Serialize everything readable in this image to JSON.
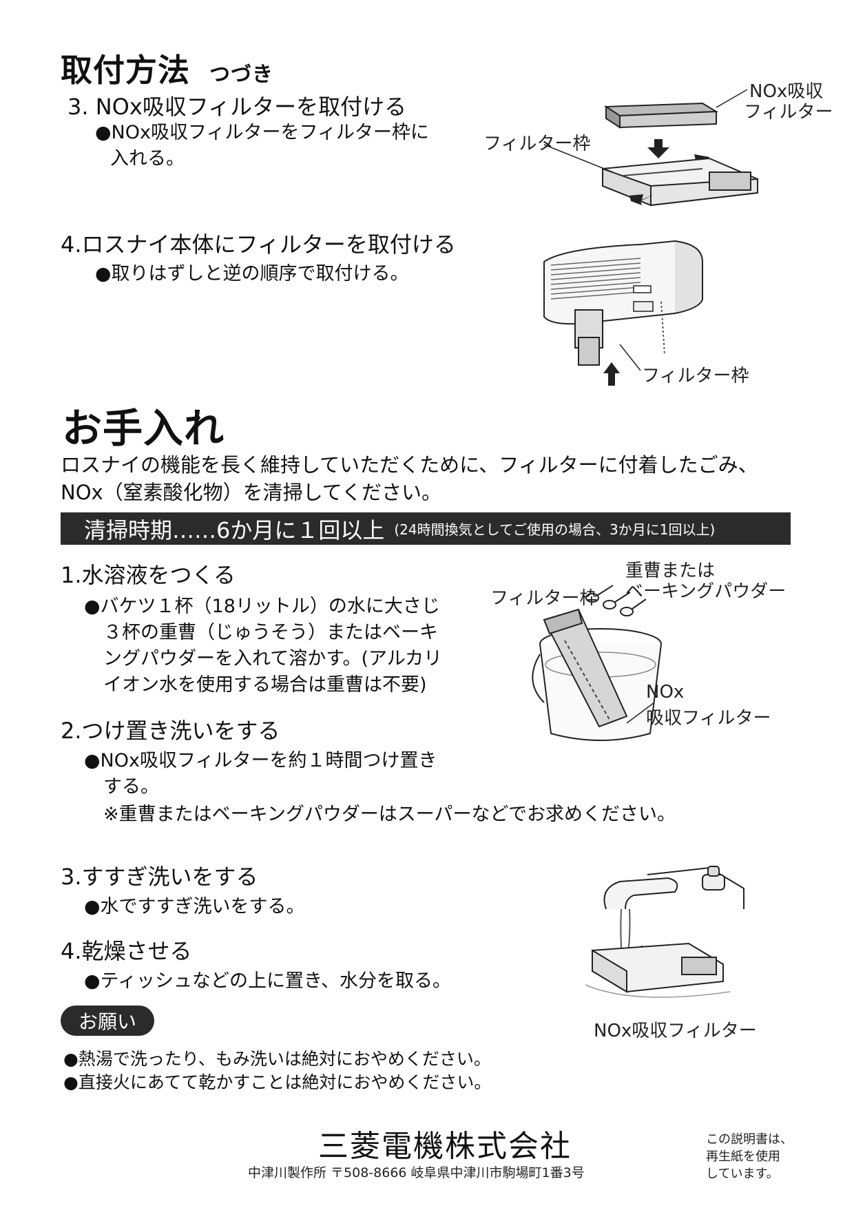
{
  "install": {
    "title": "取付方法",
    "title_suffix": "つづき",
    "step3": {
      "heading": "3. NOx吸収フィルターを取付ける",
      "lines": [
        "●NOx吸収フィルターをフィルター枠に",
        "入れる。"
      ]
    },
    "step4": {
      "heading": "4.ロスナイ本体にフィルターを取付ける",
      "lines": [
        "●取りはずしと逆の順序で取付ける。"
      ]
    },
    "fig1": {
      "label_nox_1": "NOx吸収",
      "label_nox_2": "フィルター",
      "label_frame": "フィルター枠"
    },
    "fig2": {
      "label_frame": "フィルター枠"
    }
  },
  "care": {
    "title": "お手入れ",
    "intro": [
      "ロスナイの機能を長く維持していただくために、フィルターに付着したごみ、",
      "NOx（窒素酸化物）を清掃してください。"
    ],
    "schedule_main": "清掃時期……6か月に１回以上",
    "schedule_sub": "(24時間換気としてご使用の場合、3か月に1回以上)",
    "step1": {
      "heading": "1.水溶液をつくる",
      "lines": [
        "●バケツ１杯（18リットル）の水に大さじ",
        "３杯の重曹（じゅうそう）またはベーキ",
        "ングパウダーを入れて溶かす。(アルカリ",
        "イオン水を使用する場合は重曹は不要)"
      ]
    },
    "fig3": {
      "label_soda_1": "重曹または",
      "label_soda_2": "ベーキングパウダー",
      "label_frame": "フィルター枠",
      "label_nox_1": "NOx",
      "label_nox_2": "吸収フィルター"
    },
    "step2": {
      "heading": "2.つけ置き洗いをする",
      "lines": [
        "●NOx吸収フィルターを約１時間つけ置き",
        "する。"
      ],
      "note": "※重曹またはベーキングパウダーはスーパーなどでお求めください。"
    },
    "step3": {
      "heading": "3.すすぎ洗いをする",
      "lines": [
        "●水ですすぎ洗いをする。"
      ]
    },
    "step4": {
      "heading": "4.乾燥させる",
      "lines": [
        "●ティッシュなどの上に置き、水分を取る。"
      ]
    },
    "fig4": {
      "label_nox": "NOx吸収フィルター"
    },
    "request": {
      "badge": "お願い",
      "lines": [
        "●熱湯で洗ったり、もみ洗いは絶対におやめください。",
        "●直接火にあてて乾かすことは絶対におやめください。"
      ]
    }
  },
  "footer": {
    "company": "三菱電機株式会社",
    "address": "中津川製作所 〒508-8666 岐阜県中津川市駒場町1番3号",
    "recycle": [
      "この説明書は、",
      "再生紙を使用",
      "しています。"
    ]
  }
}
